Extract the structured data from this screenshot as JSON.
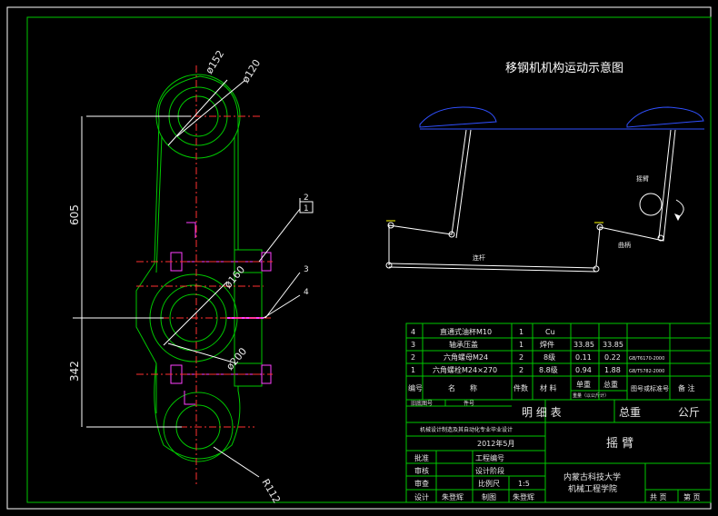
{
  "title": "移钢机机构运动示意图",
  "dimensions": {
    "d152": "ø152",
    "d120": "ø120",
    "d160": "ø160",
    "d200": "ø200",
    "r112": "R112",
    "len605": "605",
    "len342": "342"
  },
  "balloons": [
    "2",
    "1",
    "3",
    "4"
  ],
  "mechanism_labels": {
    "rocker": "摇臂",
    "crank": "曲柄",
    "link": "连杆"
  },
  "parts_list": {
    "rows": [
      {
        "no": "4",
        "name": "直通式油杯M10",
        "qty": "1",
        "material": "Cu",
        "unit_weight": "",
        "total_weight": "",
        "standard": "",
        "note": ""
      },
      {
        "no": "3",
        "name": "轴承压盖",
        "qty": "1",
        "material": "焊件",
        "unit_weight": "33.85",
        "total_weight": "33.85",
        "standard": "",
        "note": ""
      },
      {
        "no": "2",
        "name": "六角螺母M24",
        "qty": "2",
        "material": "8级",
        "unit_weight": "0.11",
        "total_weight": "0.22",
        "standard": "GB/T6170-2000",
        "note": ""
      },
      {
        "no": "1",
        "name": "六角螺栓M24×270",
        "qty": "2",
        "material": "8.8级",
        "unit_weight": "0.94",
        "total_weight": "1.88",
        "standard": "GB/T5782-2000",
        "note": ""
      }
    ],
    "header": {
      "no": "编号",
      "name": "名　　称",
      "qty": "件数",
      "material": "材 料",
      "unit_weight": "单重",
      "total_weight": "总重",
      "weight_note": "重量（以公斤计）",
      "standard": "图号或标准号",
      "note": "备 注"
    }
  },
  "title_block": {
    "old_no": "旧底图号",
    "item_no": "件号",
    "list_title": "明 细 表",
    "total_weight_label": "总重",
    "weight_unit": "公斤",
    "school_line": "机械设计制造及其自动化专业毕业设计",
    "date": "2012年5月",
    "drawing_name": "摇 臂",
    "approve": "批准",
    "check": "审核",
    "review": "审查",
    "project_no": "工程编号",
    "design_stage": "设计阶段",
    "scale_label": "比例尺",
    "scale_value": "1:5",
    "designer": "设计",
    "designer_name": "朱登辉",
    "drafter": "制图",
    "drafter_name": "朱登辉",
    "university": "内蒙古科技大学",
    "college": "机械工程学院",
    "sheets": "共 页",
    "sheet": "第 页"
  }
}
